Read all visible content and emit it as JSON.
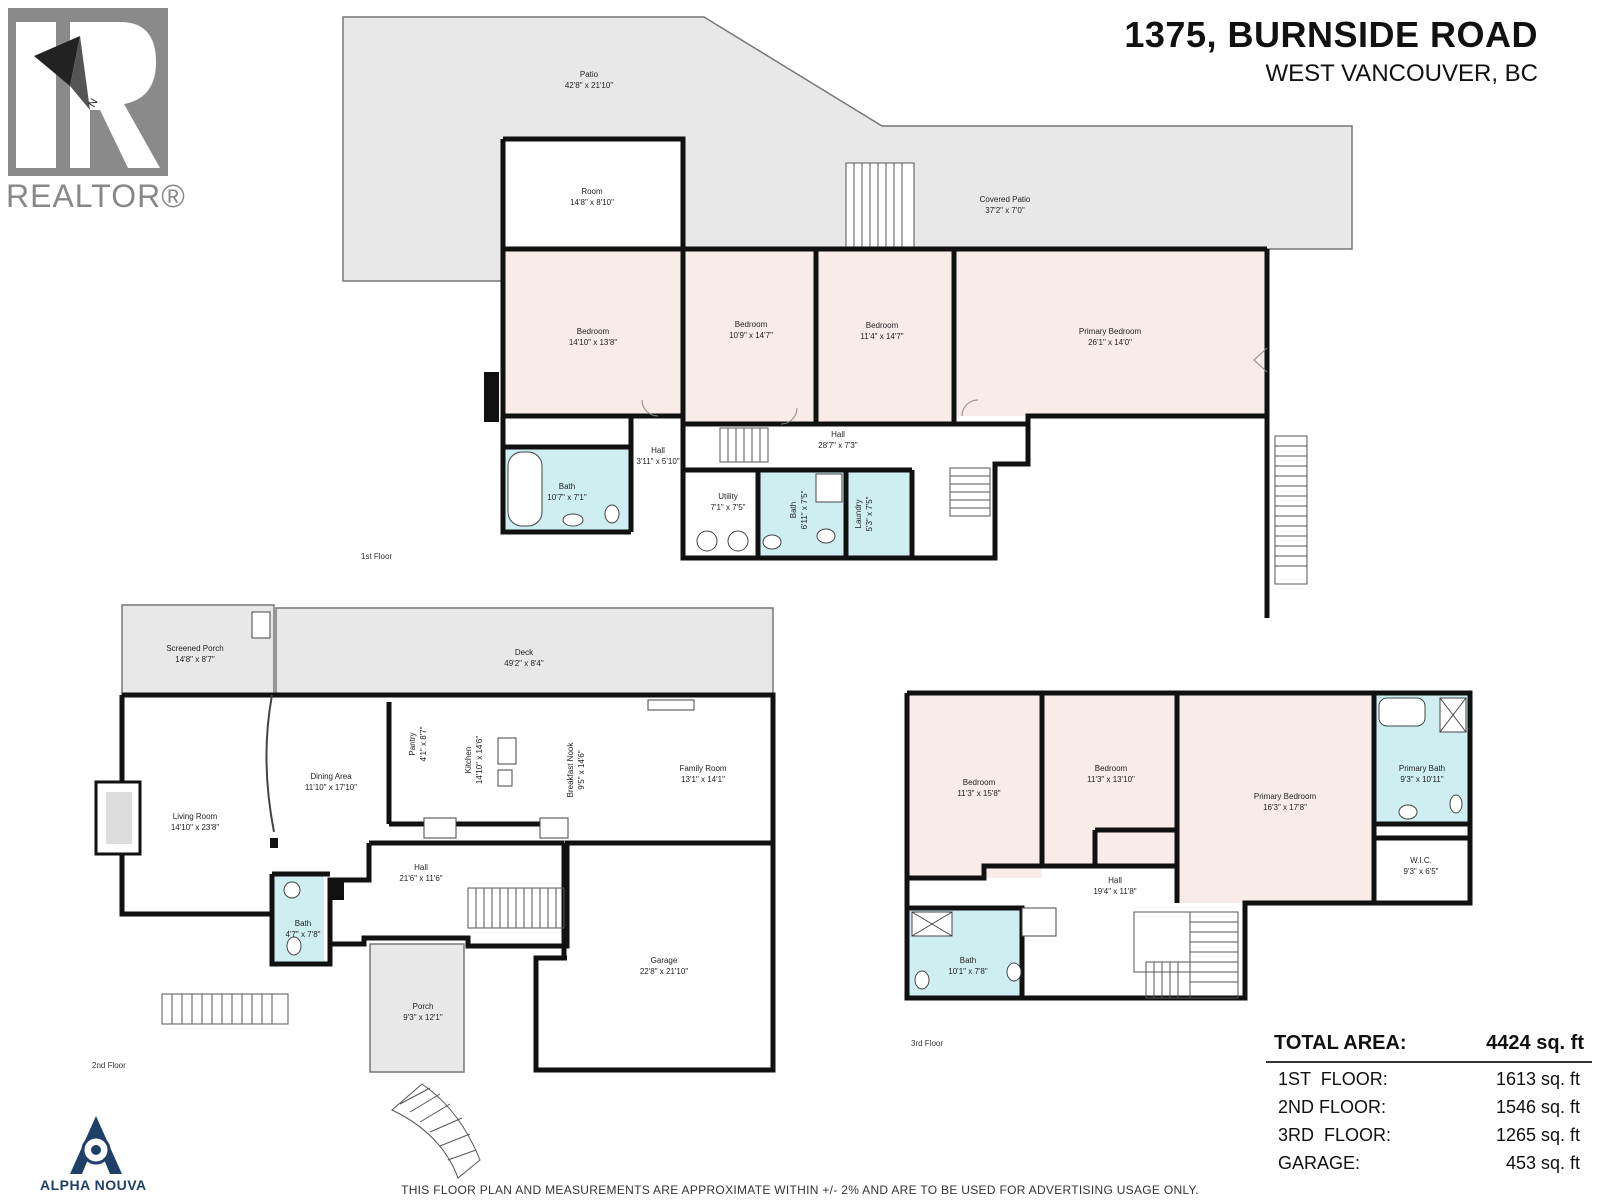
{
  "header": {
    "address": "1375, BURNSIDE ROAD",
    "city": "WEST VANCOUVER, BC"
  },
  "logos": {
    "realtor": "REALTOR®",
    "alpha_nouva": "ALPHA NOUVA",
    "compass_letter": "N"
  },
  "floor_labels": {
    "first": "1st Floor",
    "second": "2nd Floor",
    "third": "3rd Floor"
  },
  "rooms": {
    "patio": {
      "name": "Patio",
      "dim": "42'8\" x 21'10\""
    },
    "room": {
      "name": "Room",
      "dim": "14'8\" x 8'10\""
    },
    "covered_patio": {
      "name": "Covered Patio",
      "dim": "37'2\" x 7'0\""
    },
    "f1_bedroom_a": {
      "name": "Bedroom",
      "dim": "14'10\" x 13'8\""
    },
    "f1_bedroom_b": {
      "name": "Bedroom",
      "dim": "10'9\" x 14'7\""
    },
    "f1_bedroom_c": {
      "name": "Bedroom",
      "dim": "11'4\" x 14'7\""
    },
    "f1_primary_bedroom": {
      "name": "Primary Bedroom",
      "dim": "26'1\" x 14'0\""
    },
    "f1_hall_main": {
      "name": "Hall",
      "dim": "28'7\" x 7'3\""
    },
    "f1_hall_small": {
      "name": "Hall",
      "dim": "3'11\" x 5'10\""
    },
    "f1_bath_a": {
      "name": "Bath",
      "dim": "10'7\" x 7'1\""
    },
    "f1_utility": {
      "name": "Utility",
      "dim": "7'1\" x 7'5\""
    },
    "f1_bath_b": {
      "name": "Bath",
      "dim": "6'11\" x 7'5\""
    },
    "f1_laundry": {
      "name": "Laundry",
      "dim": "5'3\" x 7'5\""
    },
    "screened_porch": {
      "name": "Screened Porch",
      "dim": "14'8\" x 8'7\""
    },
    "deck": {
      "name": "Deck",
      "dim": "49'2\" x 8'4\""
    },
    "living_room": {
      "name": "Living Room",
      "dim": "14'10\" x 23'8\""
    },
    "dining_area": {
      "name": "Dining Area",
      "dim": "11'10\" x 17'10\""
    },
    "pantry": {
      "name": "Pantry",
      "dim": "4'1\" x 8'7\""
    },
    "kitchen": {
      "name": "Kitchen",
      "dim": "14'10\" x 14'6\""
    },
    "breakfast_nook": {
      "name": "Breakfast Nook",
      "dim": "9'5\" x 14'6\""
    },
    "family_room": {
      "name": "Family Room",
      "dim": "13'1\" x 14'1\""
    },
    "f2_hall": {
      "name": "Hall",
      "dim": "21'6\" x 11'6\""
    },
    "f2_bath": {
      "name": "Bath",
      "dim": "4'7\" x 7'8\""
    },
    "garage": {
      "name": "Garage",
      "dim": "22'8\" x 21'10\""
    },
    "porch": {
      "name": "Porch",
      "dim": "9'3\" x 12'1\""
    },
    "f3_bedroom_a": {
      "name": "Bedroom",
      "dim": "11'3\" x 15'8\""
    },
    "f3_bedroom_b": {
      "name": "Bedroom",
      "dim": "11'3\" x 13'10\""
    },
    "f3_primary_bedroom": {
      "name": "Primary Bedroom",
      "dim": "16'3\" x 17'8\""
    },
    "f3_primary_bath": {
      "name": "Primary Bath",
      "dim": "9'3\" x 10'11\""
    },
    "wic": {
      "name": "W.I.C.",
      "dim": "9'3\" x 6'5\""
    },
    "f3_hall": {
      "name": "Hall",
      "dim": "19'4\" x 11'8\""
    },
    "f3_bath": {
      "name": "Bath",
      "dim": "10'1\" x 7'8\""
    }
  },
  "area_summary": {
    "total_label": "TOTAL AREA:",
    "total_value": "4424 sq. ft",
    "rows": [
      {
        "label": "1ST  FLOOR:",
        "value": "1613 sq. ft"
      },
      {
        "label": "2ND FLOOR:",
        "value": "1546 sq. ft"
      },
      {
        "label": "3RD  FLOOR:",
        "value": "1265 sq. ft"
      },
      {
        "label": "GARAGE:",
        "value": "453 sq. ft"
      }
    ]
  },
  "disclaimer": "THIS FLOOR PLAN AND MEASUREMENTS ARE APPROXIMATE WITHIN +/- 2% AND ARE TO BE USED FOR ADVERTISING USAGE ONLY.",
  "colors": {
    "bedroom_fill": "#f8ebe8",
    "bath_fill": "#cfeef2",
    "outdoor_fill": "#e8e8e8",
    "wall": "#111111",
    "brand_blue": "#1e3f66"
  }
}
